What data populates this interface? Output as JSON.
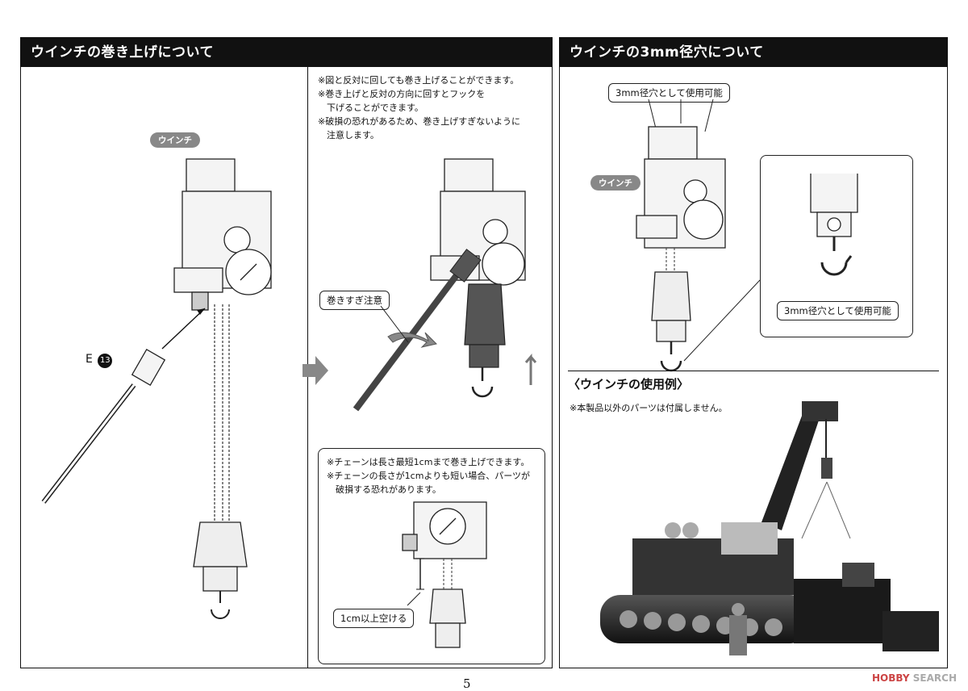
{
  "left_panel": {
    "title": "ウインチの巻き上げについて",
    "winch_label": "ウインチ",
    "part_letter": "E",
    "part_number": "13",
    "notes": [
      "※図と反対に回しても巻き上げることができます。",
      "※巻き上げと反対の方向に回すとフックを",
      "　下げることができます。",
      "※破損の恐れがあるため、巻き上げすぎないように",
      "　注意します。"
    ],
    "caution_label": "巻きすぎ注意",
    "chain_notes": [
      "※チェーンは長さ最短1cmまで巻き上げできます。",
      "※チェーンの長さが1cmよりも短い場合、パーツが",
      "　破損する恐れがあります。"
    ],
    "gap_label": "1cm以上空ける"
  },
  "right_panel": {
    "title": "ウインチの3mm径穴について",
    "top_label": "3mm径穴として使用可能",
    "winch_label": "ウインチ",
    "hook_label": "3mm径穴として使用可能",
    "example_title": "〈ウインチの使用例〉",
    "example_note": "※本製品以外のパーツは付属しません。"
  },
  "page_number": "5",
  "watermark": {
    "brand": "HOBBY",
    "suffix": "SEARCH"
  }
}
